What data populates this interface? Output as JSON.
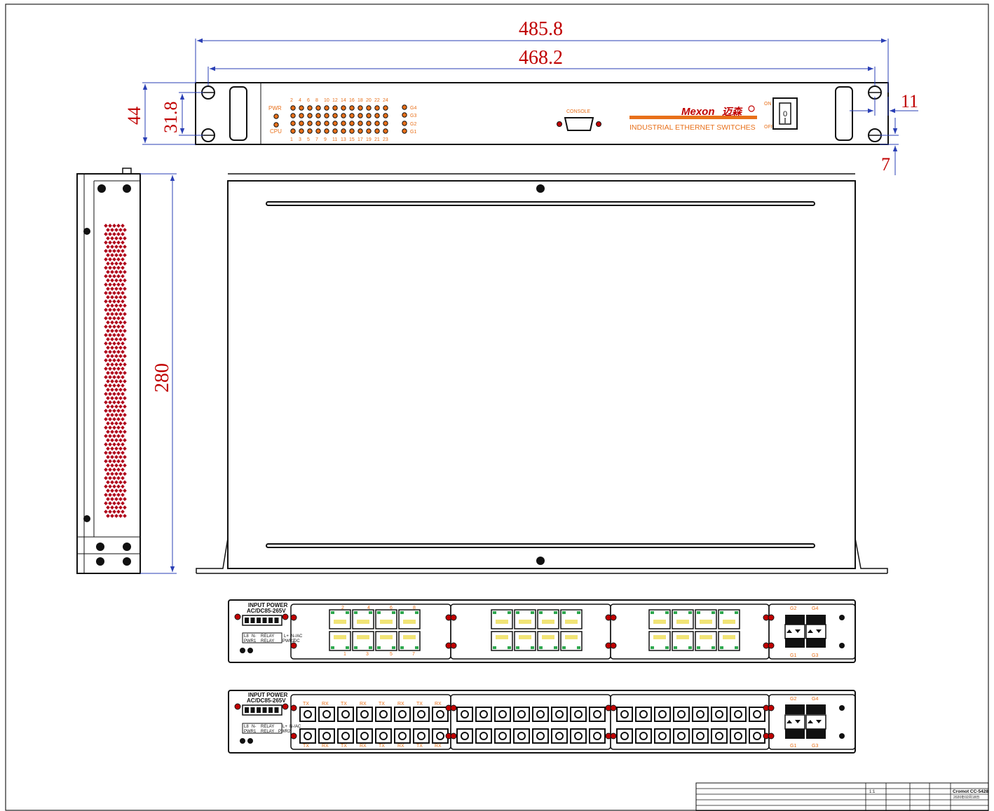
{
  "dimensions": {
    "overall_width": "485.8",
    "mounting_width": "468.2",
    "height": "44",
    "hole_spacing": "31.8",
    "ear_offset": "11",
    "hole_offset": "7",
    "depth": "280"
  },
  "front_panel": {
    "pwr_label": "PWR",
    "cpu_label": "CPU",
    "top_port_numbers": [
      "2",
      "4",
      "6",
      "8",
      "10",
      "12",
      "14",
      "16",
      "18",
      "20",
      "22",
      "24"
    ],
    "bottom_port_numbers": [
      "1",
      "3",
      "5",
      "7",
      "9",
      "11",
      "13",
      "15",
      "17",
      "19",
      "21",
      "23"
    ],
    "uplink_labels": [
      "G4",
      "G3",
      "G2",
      "G1"
    ],
    "console_label": "CONSOLE",
    "brand": "Mexon",
    "brand_cn": "迈森",
    "product_line": "INDUSTRIAL ETHERNET SWITCHES",
    "switch_on": "ON",
    "switch_off": "OFF"
  },
  "rear_panels": {
    "input_power_line1": "INPUT POWER",
    "input_power_line2": "AC/DC85-265V",
    "relay_labels": [
      "L8",
      "N-",
      "RELAY",
      "L+",
      "N-/AC",
      "PWR1",
      "RELAY",
      "PWR2",
      "DC"
    ],
    "rj45_top_numbers": [
      "2",
      "4",
      "6",
      "8"
    ],
    "rj45_bottom_numbers": [
      "1",
      "3",
      "5",
      "7"
    ],
    "uplink_top": [
      "G2",
      "G4"
    ],
    "uplink_bottom": [
      "G1",
      "G3"
    ],
    "fiber_top_labels": [
      "TX",
      "RX",
      "TX",
      "RX",
      "TX",
      "RX",
      "TX",
      "RX"
    ],
    "fiber_bottom_labels": [
      "TX",
      "RX",
      "TX",
      "RX",
      "TX",
      "RX",
      "TX",
      "RX"
    ]
  },
  "title_block": {
    "scale": "1:1",
    "product": "Cromot CC-5428",
    "date": "2020年02月18日"
  }
}
